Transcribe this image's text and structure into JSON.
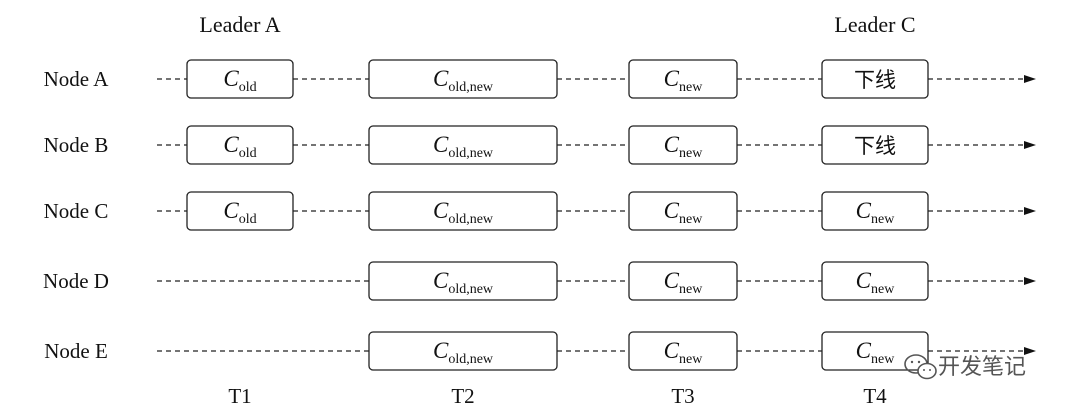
{
  "headers": [
    {
      "text": "Leader A",
      "col": 0
    },
    {
      "text": "Leader C",
      "col": 3
    }
  ],
  "columns": [
    "T1",
    "T2",
    "T3",
    "T4"
  ],
  "nodes": [
    {
      "label": "Node A",
      "cells": [
        {
          "type": "config",
          "main": "C",
          "sub": "old"
        },
        {
          "type": "config",
          "main": "C",
          "sub": "old,new"
        },
        {
          "type": "config",
          "main": "C",
          "sub": "new"
        },
        {
          "type": "text",
          "text": "下线"
        }
      ]
    },
    {
      "label": "Node B",
      "cells": [
        {
          "type": "config",
          "main": "C",
          "sub": "old"
        },
        {
          "type": "config",
          "main": "C",
          "sub": "old,new"
        },
        {
          "type": "config",
          "main": "C",
          "sub": "new"
        },
        {
          "type": "text",
          "text": "下线"
        }
      ]
    },
    {
      "label": "Node C",
      "cells": [
        {
          "type": "config",
          "main": "C",
          "sub": "old"
        },
        {
          "type": "config",
          "main": "C",
          "sub": "old,new"
        },
        {
          "type": "config",
          "main": "C",
          "sub": "new"
        },
        {
          "type": "config",
          "main": "C",
          "sub": "new"
        }
      ]
    },
    {
      "label": "Node D",
      "cells": [
        null,
        {
          "type": "config",
          "main": "C",
          "sub": "old,new"
        },
        {
          "type": "config",
          "main": "C",
          "sub": "new"
        },
        {
          "type": "config",
          "main": "C",
          "sub": "new"
        }
      ]
    },
    {
      "label": "Node E",
      "cells": [
        null,
        {
          "type": "config",
          "main": "C",
          "sub": "old,new"
        },
        {
          "type": "config",
          "main": "C",
          "sub": "new"
        },
        {
          "type": "config",
          "main": "C",
          "sub": "new"
        }
      ]
    }
  ],
  "watermark": {
    "text": "开发笔记",
    "icon": "wechat-icon"
  }
}
